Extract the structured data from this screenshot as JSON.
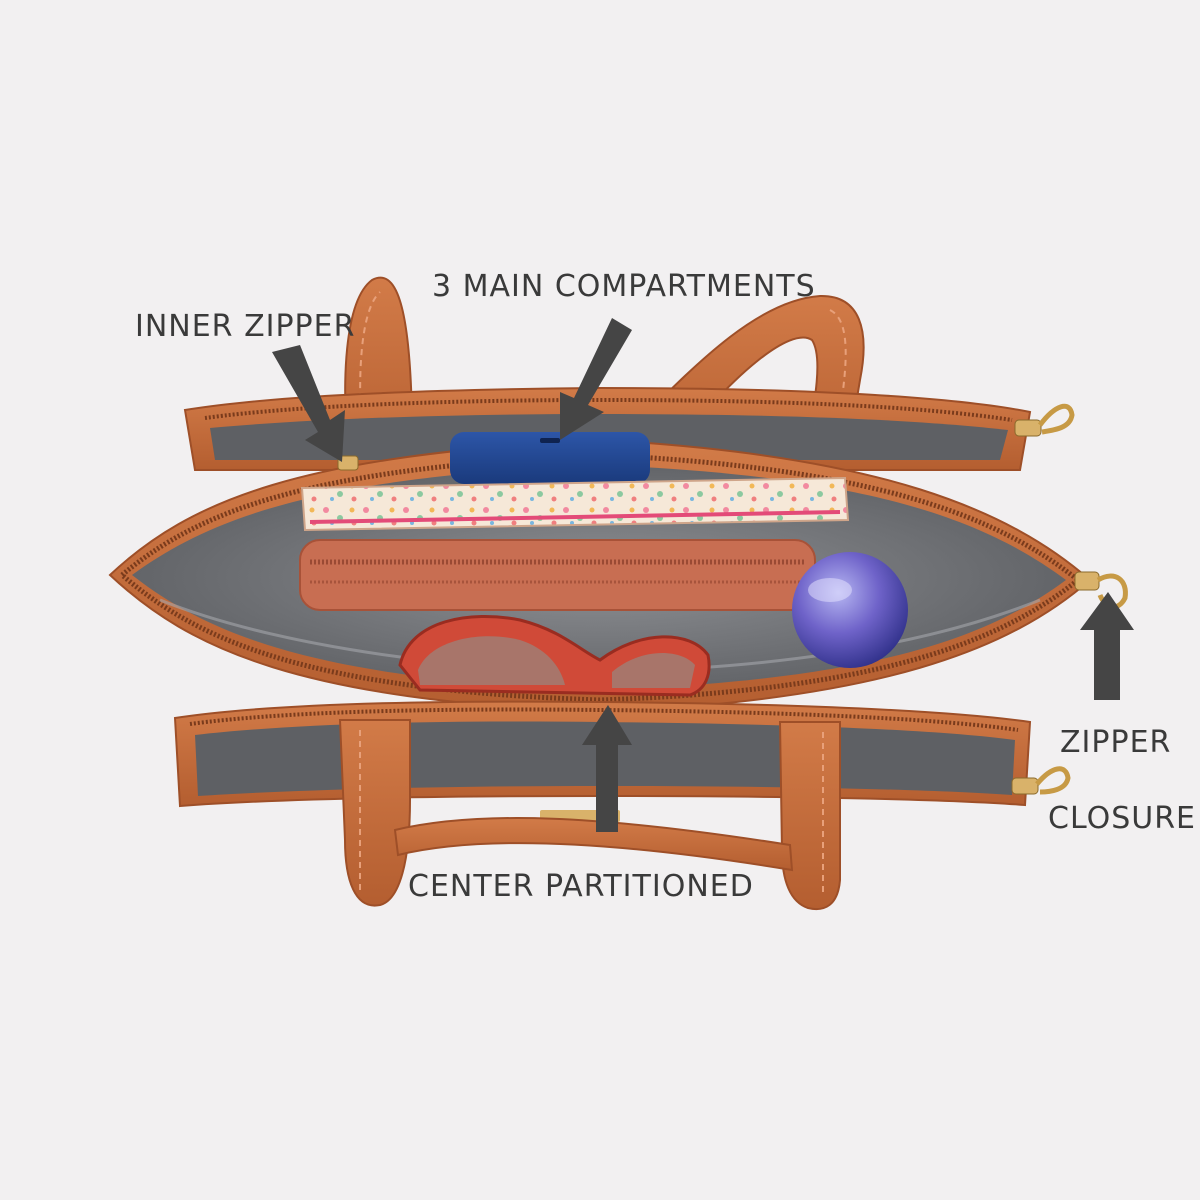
{
  "labels": {
    "inner_zipper": "INNER ZIPPER",
    "main_compartments": "3 MAIN COMPARTMENTS",
    "zipper": "ZIPPER",
    "closure": "CLOSURE",
    "center_partitioned": "CENTER PARTITIONED"
  },
  "colors": {
    "background": "#f2f0f1",
    "leather": "#c46a3a",
    "leather_dark": "#9e4f28",
    "lining": "#6f7175",
    "lining_light": "#8d9094",
    "arrow": "#454545",
    "text": "#3a3a3a"
  }
}
